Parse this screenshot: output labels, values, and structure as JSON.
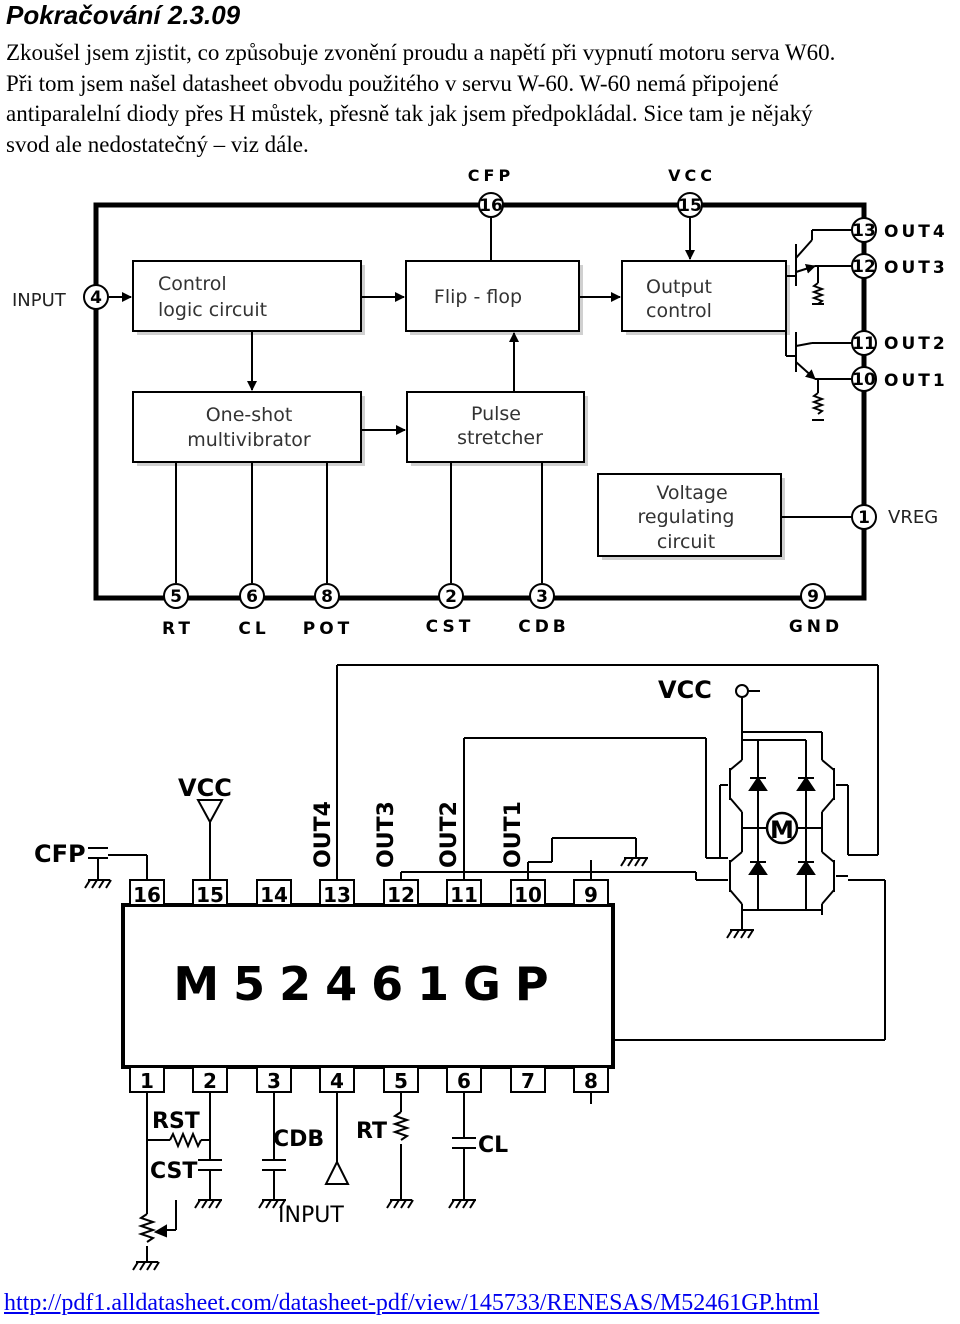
{
  "title": "Pokračování 2.3.09",
  "intro_lines": [
    "Zkoušel jsem zjistit, co způsobuje zvonění proudu a napětí při vypnutí motoru serva W60.",
    "Při tom jsem našel datasheet obvodu použitého v servu W-60. W-60 nemá připojené",
    "antiparalelní diody přes H můstek, přesně tak jak jsem předpokládal. Sice tam je nějaký",
    "svod ale nedostatečný – viz dále."
  ],
  "block_diagram": {
    "blocks": {
      "control_logic": [
        "Control",
        "logic circuit"
      ],
      "flip_flop": "Flip - flop",
      "output_control": [
        "Output",
        "control"
      ],
      "one_shot": [
        "One-shot",
        "multivibrator"
      ],
      "pulse_stretcher": [
        "Pulse",
        "stretcher"
      ],
      "voltage_regulating": [
        "Voltage",
        "regulating",
        "circuit"
      ]
    },
    "pins": {
      "p16": {
        "num": "16",
        "name": "CFP"
      },
      "p15": {
        "num": "15",
        "name": "VCC"
      },
      "p13": {
        "num": "13",
        "name": "OUT4"
      },
      "p12": {
        "num": "12",
        "name": "OUT3"
      },
      "p11": {
        "num": "11",
        "name": "OUT2"
      },
      "p10": {
        "num": "10",
        "name": "OUT1"
      },
      "p4": {
        "num": "4",
        "name": "INPUT"
      },
      "p1": {
        "num": "1",
        "name": "VREG"
      },
      "p5": {
        "num": "5",
        "name": "RT"
      },
      "p6": {
        "num": "6",
        "name": "CL"
      },
      "p8": {
        "num": "8",
        "name": "POT"
      },
      "p2": {
        "num": "2",
        "name": "CST"
      },
      "p3": {
        "num": "3",
        "name": "CDB"
      },
      "p9": {
        "num": "9",
        "name": "GND"
      }
    }
  },
  "application_circuit": {
    "chip_label": "M52461GP",
    "top_pins": [
      "16",
      "15",
      "14",
      "13",
      "12",
      "11",
      "10",
      "9"
    ],
    "bottom_pins": [
      "1",
      "2",
      "3",
      "4",
      "5",
      "6",
      "7",
      "8"
    ],
    "labels": {
      "vcc_motor": "VCC",
      "vcc_chip": "VCC",
      "cfp": "CFP",
      "out4": "OUT4",
      "out3": "OUT3",
      "out2": "OUT2",
      "out1": "OUT1",
      "rst": "RST",
      "cst": "CST",
      "cdb": "CDB",
      "rt": "RT",
      "cl": "CL",
      "input": "INPUT",
      "motor": "M"
    }
  },
  "link": "http://pdf1.alldatasheet.com/datasheet-pdf/view/145733/RENESAS/M52461GP.html"
}
